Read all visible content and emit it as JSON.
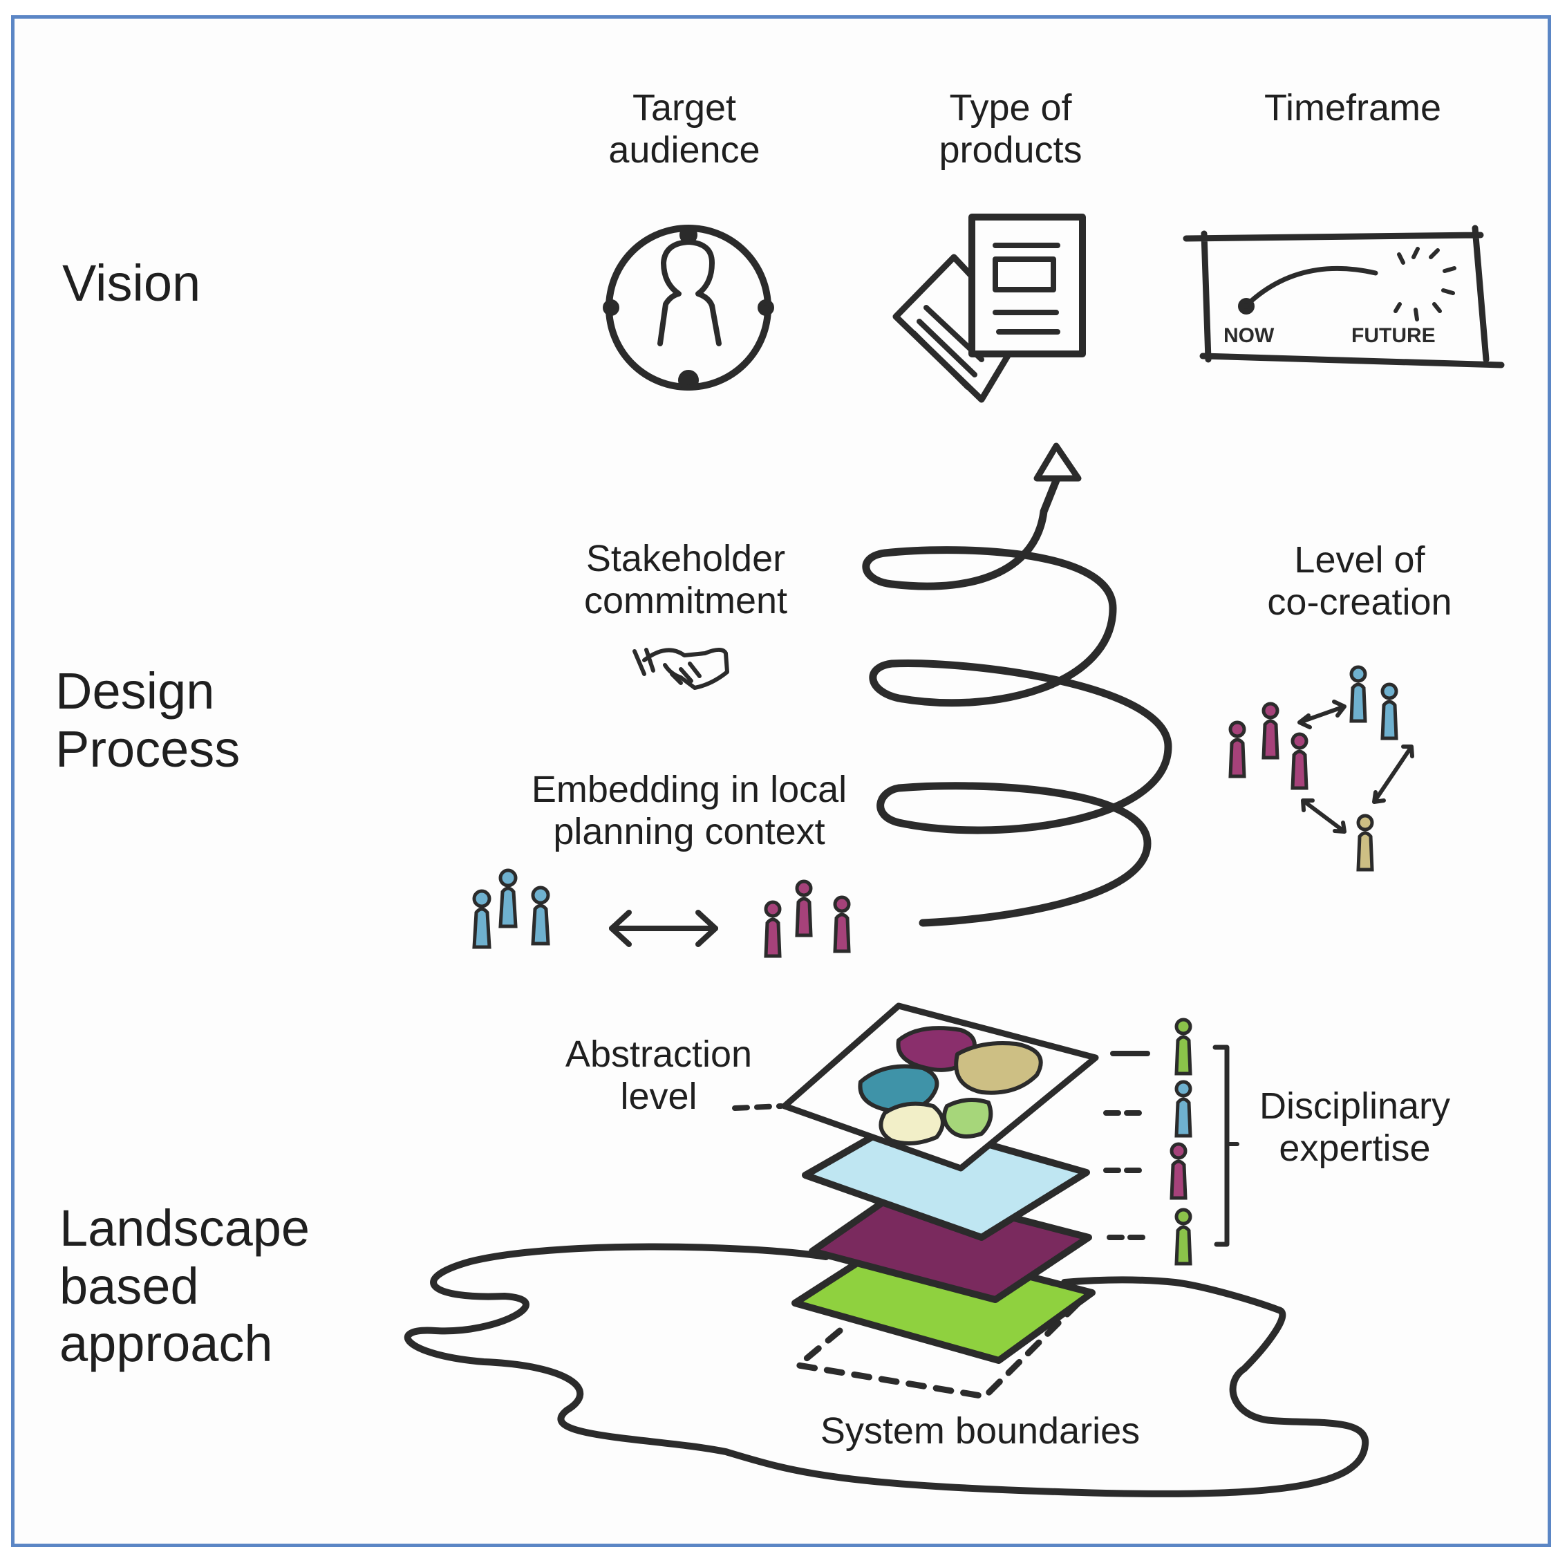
{
  "sections": {
    "vision": "Vision",
    "design_process": [
      "Design",
      "Process"
    ],
    "landscape": [
      "Landscape",
      "based",
      "approach"
    ]
  },
  "labels": {
    "target_audience": [
      "Target",
      "audience"
    ],
    "type_of_products": [
      "Type of",
      "products"
    ],
    "timeframe": "Timeframe",
    "stakeholder_commitment": [
      "Stakeholder",
      "commitment"
    ],
    "level_of_cocreation": [
      "Level of",
      "co-creation"
    ],
    "embedding": [
      "Embedding in local",
      "planning context"
    ],
    "abstraction_level": [
      "Abstraction",
      "level"
    ],
    "disciplinary_expertise": [
      "Disciplinary",
      "expertise"
    ],
    "system_boundaries": "System boundaries"
  },
  "timeframe_sketch": {
    "now": "NOW",
    "future": "FUTURE"
  },
  "colors": {
    "frame": "#5b86c5",
    "ink": "#2b2b2b",
    "people_blue": "#6fb1cf",
    "people_magenta": "#a6427a",
    "people_green": "#8bc34a",
    "layer_cyan": "#bfe6f2",
    "layer_purple": "#7a2a5e",
    "layer_green": "#8fd13f",
    "patch_purple": "#8a2f6c",
    "patch_teal": "#3f93a8",
    "patch_tan": "#cdbf84",
    "patch_green": "#a6d67a",
    "patch_cream": "#f2efc8"
  }
}
